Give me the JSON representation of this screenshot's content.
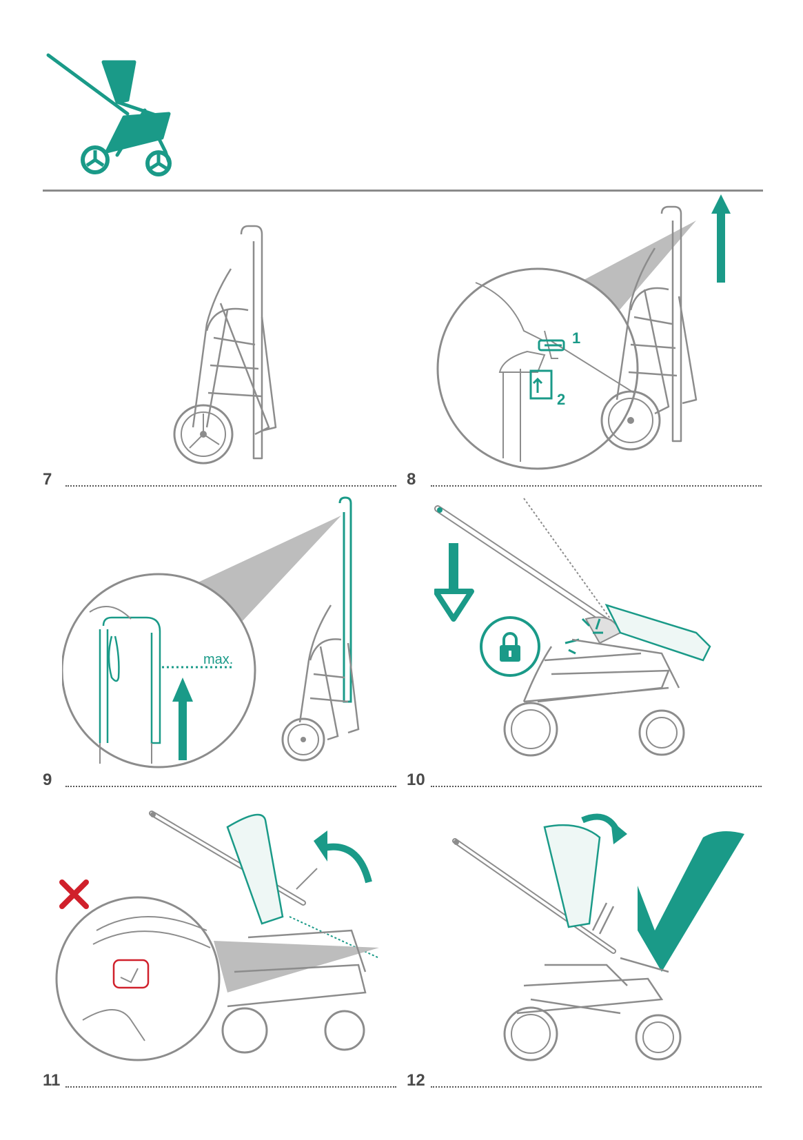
{
  "colors": {
    "accent": "#1a9a88",
    "line": "#8c8c8c",
    "shade": "#bdbdbd",
    "warning": "#d0202b"
  },
  "header": {
    "icon": "stroller-reclined-icon"
  },
  "steps": [
    {
      "number": "7"
    },
    {
      "number": "8",
      "callouts": [
        "1",
        "2"
      ]
    },
    {
      "number": "9",
      "limit_label": "max."
    },
    {
      "number": "10",
      "icon": "lock-icon"
    },
    {
      "number": "11",
      "icon": "cross-icon"
    },
    {
      "number": "12",
      "icon": "checkmark-icon"
    }
  ]
}
